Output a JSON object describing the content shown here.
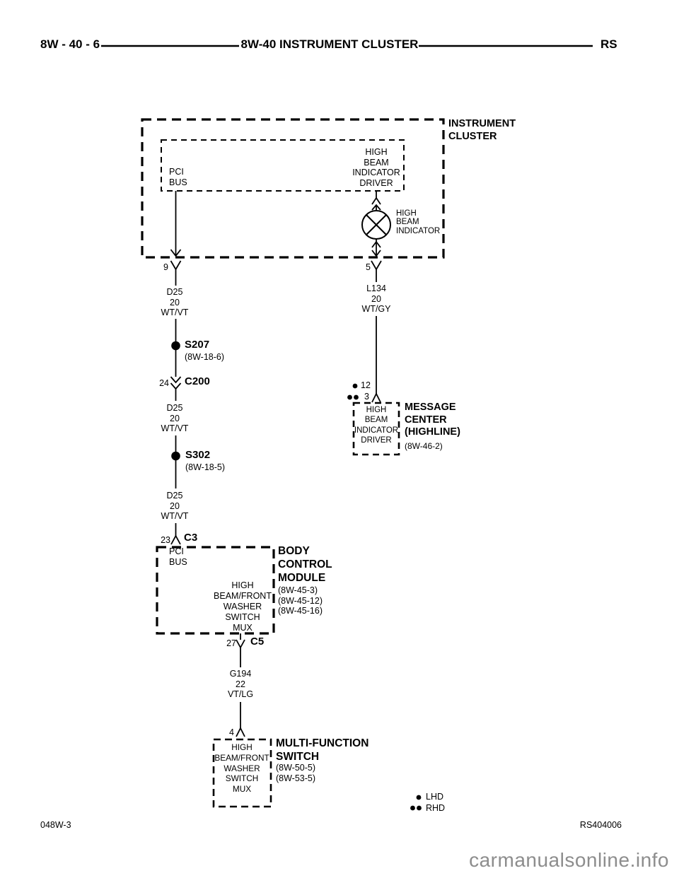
{
  "header": {
    "page_code": "8W - 40 - 6",
    "title": "8W-40 INSTRUMENT CLUSTER",
    "platform": "RS"
  },
  "instrument_cluster": {
    "label": "INSTRUMENT\nCLUSTER",
    "pci_bus": "PCI\nBUS",
    "driver_label": "HIGH\nBEAM\nINDICATOR\nDRIVER",
    "lamp_label": "HIGH\nBEAM\nINDICATOR",
    "pin_pci": "9",
    "pin_lamp": "5"
  },
  "left_circuit": {
    "wire1": "D25\n20\nWT/VT",
    "splice1": {
      "name": "S207",
      "ref": "(8W-18-6)"
    },
    "connector1": {
      "pin": "24",
      "name": "C200"
    },
    "wire2": "D25\n20\nWT/VT",
    "splice2": {
      "name": "S302",
      "ref": "(8W-18-5)"
    },
    "wire3": "D25\n20\nWT/VT",
    "connector2": {
      "pin": "23",
      "name": "C3"
    }
  },
  "body_control_module": {
    "pci_bus": "PCI\nBUS",
    "mux_label": "HIGH\nBEAM/FRONT\nWASHER\nSWITCH\nMUX",
    "label": "BODY\nCONTROL\nMODULE",
    "refs": "(8W-45-3)\n(8W-45-12)\n(8W-45-16)",
    "connector_out": {
      "pin": "27",
      "name": "C5"
    }
  },
  "switch_circuit": {
    "wire": "G194\n22\nVT/LG",
    "pin": "4"
  },
  "multi_function_switch": {
    "mux_label": "HIGH\nBEAM/FRONT\nWASHER\nSWITCH\nMUX",
    "label": "MULTI-FUNCTION\nSWITCH",
    "refs": "(8W-50-5)\n(8W-53-5)"
  },
  "right_circuit": {
    "wire": "L134\n20\nWT/GY",
    "pin_lhd": "12",
    "pin_rhd": "3"
  },
  "message_center": {
    "driver_label": "HIGH\nBEAM\nINDICATOR\nDRIVER",
    "label": "MESSAGE\nCENTER\n(HIGHLINE)",
    "ref": "(8W-46-2)"
  },
  "legend": {
    "lhd": "LHD",
    "rhd": "RHD"
  },
  "footer": {
    "doc_code": "048W-3",
    "ref_code": "RS404006",
    "watermark": "carmanualsonline.info"
  }
}
